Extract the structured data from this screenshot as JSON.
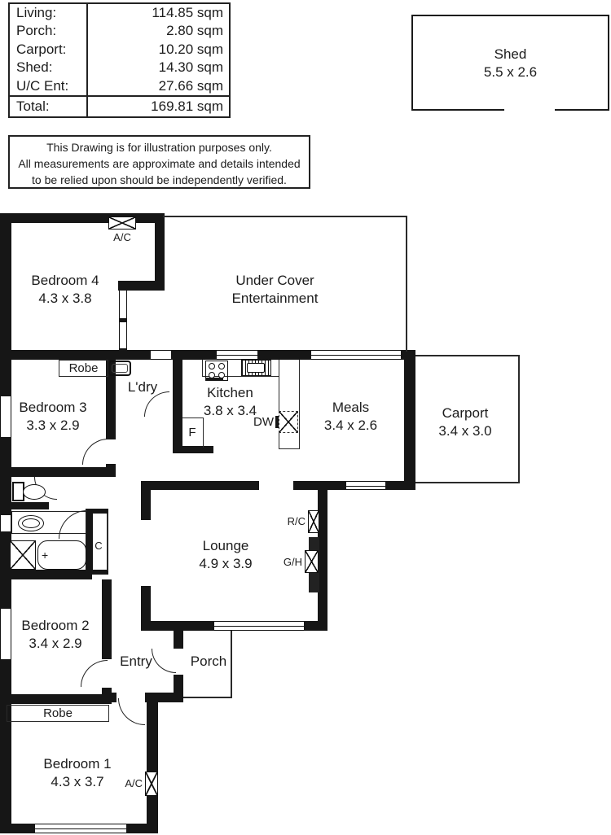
{
  "area_table": {
    "rows": [
      {
        "label": "Living:",
        "value": "114.85 sqm"
      },
      {
        "label": "Porch:",
        "value": "2.80 sqm"
      },
      {
        "label": "Carport:",
        "value": "10.20 sqm"
      },
      {
        "label": "Shed:",
        "value": "14.30 sqm"
      },
      {
        "label": "U/C Ent:",
        "value": "27.66 sqm"
      }
    ],
    "total": {
      "label": "Total:",
      "value": "169.81 sqm"
    }
  },
  "shed": {
    "name": "Shed",
    "dims": "5.5 x 2.6"
  },
  "disclaimer": {
    "line1": "This Drawing is for illustration purposes only.",
    "line2": "All measurements are approximate and details intended",
    "line3": "to be relied upon should be independently verified."
  },
  "rooms": {
    "bedroom4": {
      "name": "Bedroom 4",
      "dims": "4.3 x 3.8"
    },
    "under_cover_entertainment": {
      "line1": "Under Cover",
      "line2": "Entertainment"
    },
    "bedroom3": {
      "name": "Bedroom 3",
      "dims": "3.3 x 2.9"
    },
    "laundry": {
      "name": "L'dry"
    },
    "kitchen": {
      "name": "Kitchen",
      "dims": "3.8 x 3.4"
    },
    "meals": {
      "name": "Meals",
      "dims": "3.4 x 2.6"
    },
    "carport": {
      "name": "Carport",
      "dims": "3.4 x 3.0"
    },
    "lounge": {
      "name": "Lounge",
      "dims": "4.9 x 3.9"
    },
    "bedroom2": {
      "name": "Bedroom 2",
      "dims": "3.4 x 2.9"
    },
    "entry": {
      "name": "Entry"
    },
    "porch": {
      "name": "Porch"
    },
    "bedroom1": {
      "name": "Bedroom 1",
      "dims": "4.3 x 3.7"
    }
  },
  "labels": {
    "ac_top": "A/C",
    "ac_bedroom1": "A/C",
    "robe_bedroom3": "Robe",
    "robe_bedroom1": "Robe",
    "fridge": "F",
    "dishwasher": "DW",
    "reverse_cycle": "R/C",
    "gas_heater": "G/H",
    "linen_cupboard": "C",
    "bath_tap": "+"
  },
  "colors": {
    "wall": "#161616",
    "line": "#2a2a2a",
    "text": "#1c1c1c"
  }
}
